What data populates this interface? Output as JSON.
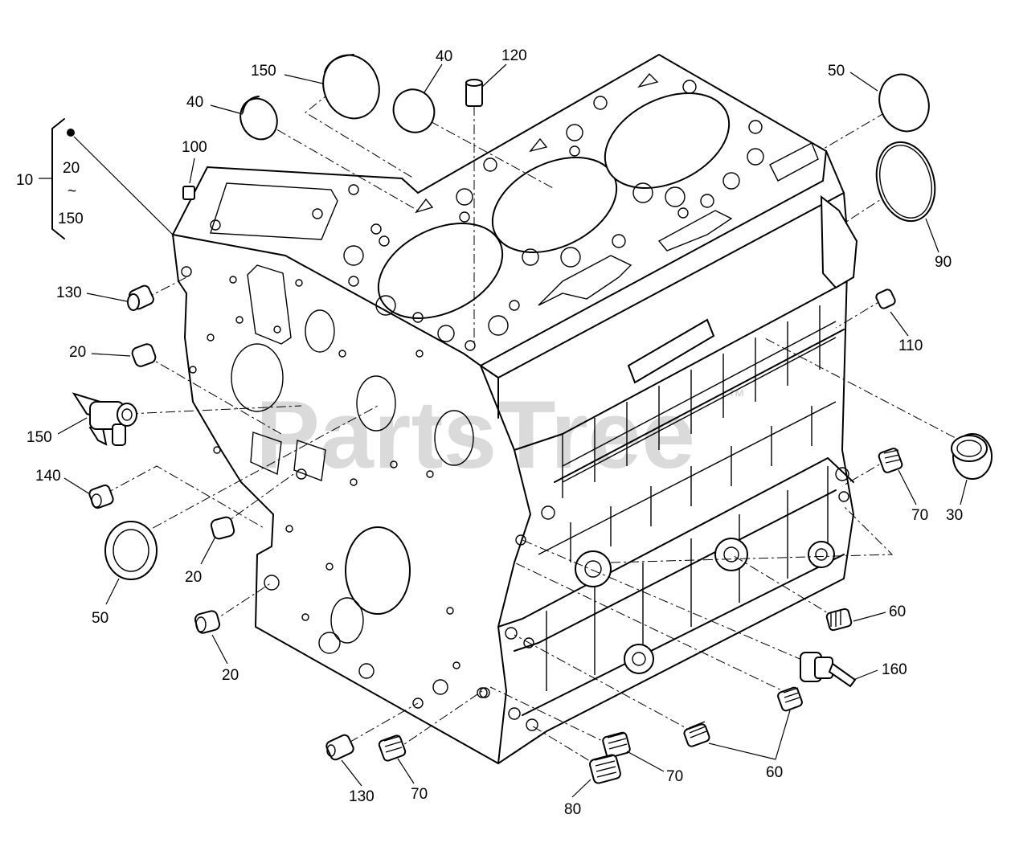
{
  "watermark": {
    "text": "PartsTree",
    "trademark": "™"
  },
  "assembly": {
    "number": "10",
    "range_from": "20",
    "range_sep": "~",
    "range_to": "150"
  },
  "callouts": [
    {
      "id": "c150a",
      "label": "150"
    },
    {
      "id": "c40a",
      "label": "40"
    },
    {
      "id": "c40b",
      "label": "40"
    },
    {
      "id": "c120",
      "label": "120"
    },
    {
      "id": "c50a",
      "label": "50"
    },
    {
      "id": "c100",
      "label": "100"
    },
    {
      "id": "c90",
      "label": "90"
    },
    {
      "id": "c130a",
      "label": "130"
    },
    {
      "id": "c110",
      "label": "110"
    },
    {
      "id": "c20a",
      "label": "20"
    },
    {
      "id": "c150b",
      "label": "150"
    },
    {
      "id": "c30",
      "label": "30"
    },
    {
      "id": "c140",
      "label": "140"
    },
    {
      "id": "c70a",
      "label": "70"
    },
    {
      "id": "c20b",
      "label": "20"
    },
    {
      "id": "c50b",
      "label": "50"
    },
    {
      "id": "c60a",
      "label": "60"
    },
    {
      "id": "c20c",
      "label": "20"
    },
    {
      "id": "c160",
      "label": "160"
    },
    {
      "id": "c60b",
      "label": "60"
    },
    {
      "id": "c70b",
      "label": "70"
    },
    {
      "id": "c130b",
      "label": "130"
    },
    {
      "id": "c70c",
      "label": "70"
    },
    {
      "id": "c80",
      "label": "80"
    }
  ]
}
